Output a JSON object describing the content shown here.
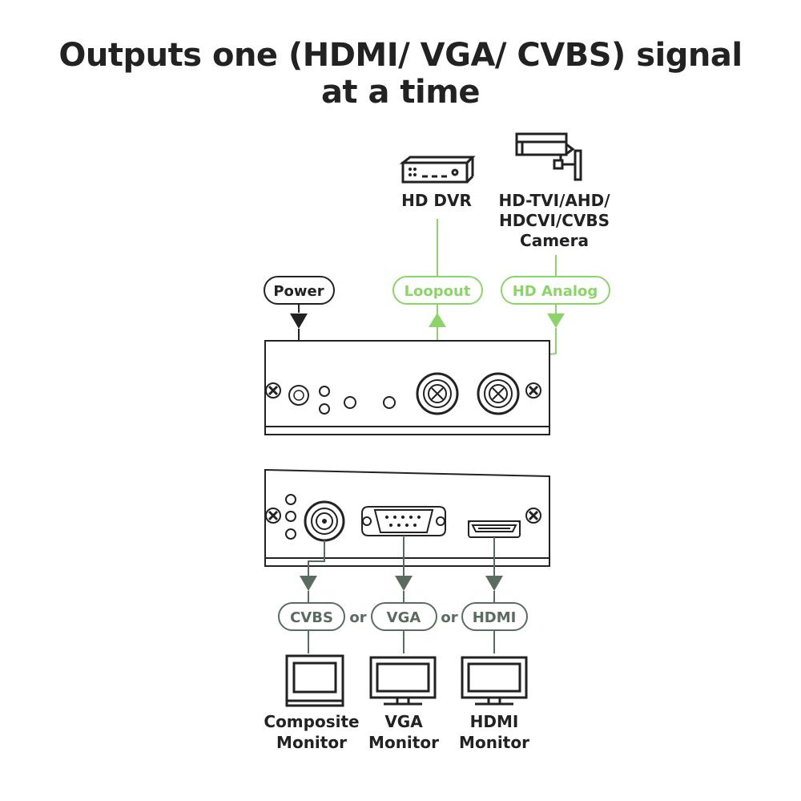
{
  "title": {
    "line1": "Outputs one (HDMI/ VGA/ CVBS) signal",
    "line2": "at a time"
  },
  "colors": {
    "ink": "#222222",
    "input_green": "#8cd46a",
    "output_green": "#5a6b60"
  },
  "inputs": {
    "dvr": {
      "icon": "dvr-recorder-icon",
      "label": "HD DVR",
      "port_tag": "Loopout"
    },
    "camera": {
      "icon": "cctv-camera-icon",
      "label_lines": [
        "HD-TVI/AHD/",
        "HDCVI/CVBS",
        "Camera"
      ],
      "port_tag": "HD Analog"
    },
    "power": {
      "port_tag": "Power"
    }
  },
  "outputs": {
    "cvbs": {
      "port_tag": "CVBS",
      "monitor_icon": "composite-monitor-icon",
      "label_lines": [
        "Composite",
        "Monitor"
      ]
    },
    "vga": {
      "port_tag": "VGA",
      "monitor_icon": "vga-monitor-icon",
      "label_lines": [
        "VGA",
        "Monitor"
      ]
    },
    "hdmi": {
      "port_tag": "HDMI",
      "monitor_icon": "hdmi-monitor-icon",
      "label_lines": [
        "HDMI",
        "Monitor"
      ]
    },
    "separator": "or"
  }
}
